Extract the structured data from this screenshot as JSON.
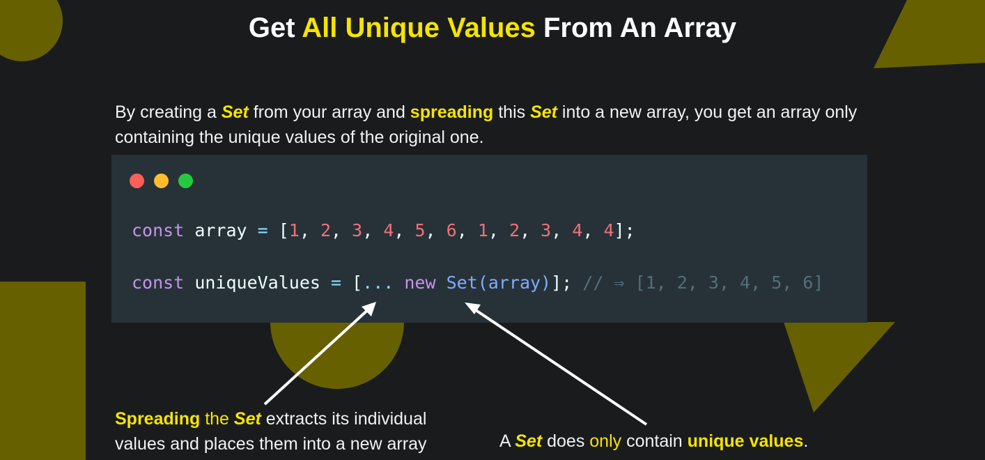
{
  "colors": {
    "background": "#1a1b1d",
    "accent": "#f5e400",
    "shape": "#666000",
    "code_bg": "#263238"
  },
  "title": {
    "part1": "Get ",
    "highlight": "All Unique Values",
    "part2": " From An Array"
  },
  "intro": {
    "t1": "By creating a ",
    "set1": "Set",
    "t2": " from your array and ",
    "spreading": "spreading",
    "t3": " this ",
    "set2": "Set",
    "t4": " into a new array, you get an array only containing the unique values of the original one."
  },
  "code": {
    "line1": {
      "kw": "const",
      "var": " array ",
      "eq": "= ",
      "open": "[",
      "items": [
        "1",
        "2",
        "3",
        "4",
        "5",
        "6",
        "1",
        "2",
        "3",
        "4",
        "4"
      ],
      "close": "];"
    },
    "line2": {
      "kw": "const",
      "var": " uniqueValues ",
      "eq": "= ",
      "open": "[",
      "spread": "...",
      "new_kw": "new",
      "cls": "Set",
      "args": "(array)",
      "close": "];",
      "comment": "// ⇒ [1, 2, 3, 4, 5, 6]"
    }
  },
  "captions": {
    "left": {
      "spreading": "Spreading",
      "t1": " the ",
      "set": "Set",
      "t2": " extracts its individual",
      "line2": "values and places them into a new array"
    },
    "right": {
      "t1": "A ",
      "set": "Set",
      "t2": " does ",
      "only": "only",
      "t3": " contain ",
      "unique": "unique values",
      "t4": "."
    }
  }
}
